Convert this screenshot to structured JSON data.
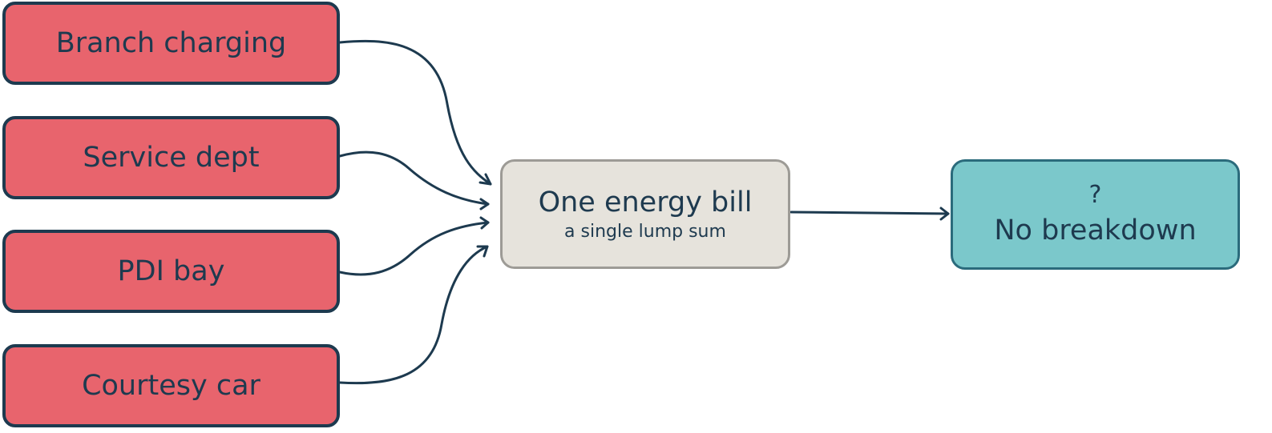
{
  "sources": [
    {
      "label": "Branch charging"
    },
    {
      "label": "Service dept"
    },
    {
      "label": "PDI bay"
    },
    {
      "label": "Courtesy car"
    }
  ],
  "hub": {
    "title": "One energy bill",
    "subtitle": "a single lump sum"
  },
  "result": {
    "mark": "?",
    "title": "No breakdown"
  },
  "colors": {
    "source_fill": "#e8646d",
    "hub_fill": "#e6e3dc",
    "result_fill": "#7bc8cb",
    "stroke": "#1d3a4f"
  }
}
